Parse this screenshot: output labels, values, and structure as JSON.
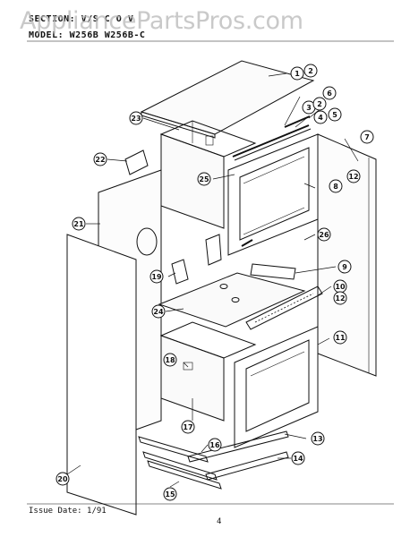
{
  "header": {
    "section_line": "SECTION:  V/S C O V",
    "model_line": "MODEL:  W256B  W256B-C"
  },
  "watermark": "AppliancePartsPros.com",
  "footer": {
    "issue_date": "Issue Date: 1/91",
    "page_number": "4"
  },
  "callouts": [
    "1",
    "2",
    "3",
    "2",
    "4",
    "5",
    "6",
    "7",
    "8",
    "9",
    "10",
    "11",
    "12",
    "12",
    "13",
    "14",
    "15",
    "16",
    "17",
    "18",
    "19",
    "20",
    "21",
    "22",
    "23",
    "24",
    "25",
    "26"
  ]
}
